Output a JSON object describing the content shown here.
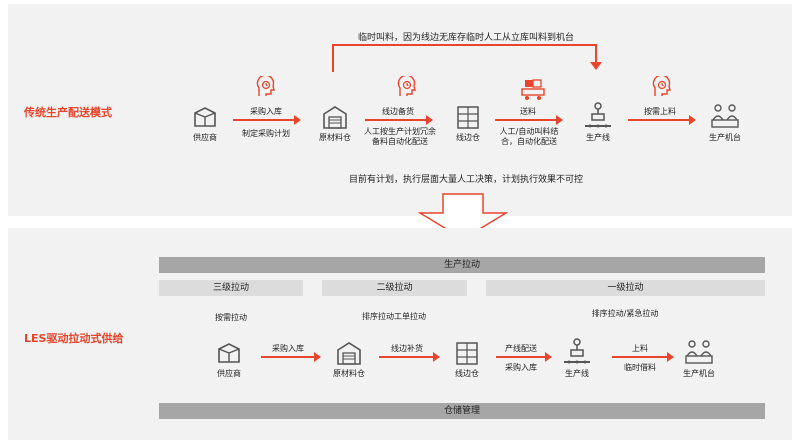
{
  "traditional": {
    "title": "传统生产配送模式",
    "loop_label": "临时叫料，因为线边无库存临时人工从立库叫料到机台",
    "nodes": [
      "供应商",
      "原材料仓",
      "线边仓",
      "生产线",
      "生产机台"
    ],
    "steps": [
      {
        "top": "采购入库",
        "bottom": "制定采购计划"
      },
      {
        "top": "线边备货",
        "bottom": "人工按生产计划冗余备料自动化配送"
      },
      {
        "top": "送料",
        "bottom": "人工/自动叫料结合，自动化配送"
      },
      {
        "top": "按需上料",
        "bottom": ""
      }
    ],
    "summary": "目前有计划，执行层面大量人工决策，计划执行效果不可控"
  },
  "les": {
    "title": "LES驱动拉动式供给",
    "top_bar": "生产拉动",
    "levels": [
      "三级拉动",
      "二级拉动",
      "一级拉动"
    ],
    "level_notes": [
      "按需拉动",
      "排序拉动工单拉动",
      "排序拉动/紧急拉动"
    ],
    "nodes": [
      "供应商",
      "原材料仓",
      "线边仓",
      "生产线",
      "生产机台"
    ],
    "steps": [
      {
        "top": "采购入库",
        "bottom": ""
      },
      {
        "top": "线边补货",
        "bottom": ""
      },
      {
        "top": "产线配送",
        "bottom": "采购入库"
      },
      {
        "top": "上料",
        "bottom": "临时借料"
      }
    ],
    "bottom_bar": "仓储管理"
  },
  "colors": {
    "accent": "#e8452c",
    "panel": "#f2f2f2",
    "bar_dark": "#a6a6a6",
    "bar_light": "#dcdcdc",
    "icon": "#555555"
  },
  "icons": [
    "box-icon",
    "warehouse-icon",
    "shelf-icon",
    "robot-arm-icon",
    "workers-icon",
    "clock-head-icon",
    "delivery-cart-icon",
    "down-arrow-icon"
  ]
}
